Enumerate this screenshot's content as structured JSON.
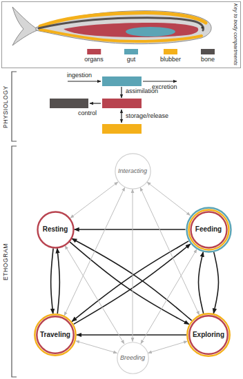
{
  "diagram": {
    "nodes": [
      {
        "text": [
          "Interacting"
        ]
      },
      {
        "text": [
          "Resting"
        ]
      },
      {
        "text": [
          "Feeding"
        ]
      },
      {
        "text": [
          "Traveling"
        ]
      },
      {
        "text": [
          "Exploring"
        ]
      },
      {
        "text": [
          "Breeding"
        ]
      }
    ],
    "edges": [
      {
        "from": 2,
        "to": 1,
        "arrow": "to"
      },
      {
        "from": 4,
        "to": 1,
        "arrow": "to"
      },
      {
        "from": 3,
        "to": 1,
        "arrow": "to"
      },
      {
        "from": 1,
        "to": 3,
        "arrow": "to"
      },
      {
        "from": 1,
        "to": 4,
        "arrow": "to"
      },
      {
        "from": 2,
        "to": 3,
        "arrow": "to"
      },
      {
        "from": 3,
        "to": 2,
        "arrow": "to"
      },
      {
        "from": 4,
        "to": 3,
        "arrow": "to"
      },
      {
        "from": 2,
        "to": 4,
        "arrow": "to"
      },
      {
        "from": 4,
        "to": 2,
        "arrow": "to"
      },
      {
        "from": 0,
        "to": 1,
        "arrow": "both"
      },
      {
        "from": 0,
        "to": 2,
        "arrow": "both"
      },
      {
        "from": 0,
        "to": 3,
        "arrow": "both"
      },
      {
        "from": 0,
        "to": 4,
        "arrow": "both"
      },
      {
        "from": 5,
        "to": 1,
        "arrow": "both"
      },
      {
        "from": 5,
        "to": 2,
        "arrow": "both"
      },
      {
        "from": 5,
        "to": 3,
        "arrow": "both"
      },
      {
        "from": 5,
        "to": 4,
        "arrow": "both"
      },
      {
        "from": 0,
        "to": 5,
        "arrow": "both"
      }
    ],
    "labels": [
      "Key to body compartments",
      "PHYSIOLOGY",
      "ingestion",
      "excretion",
      "assimilation",
      "control",
      "storage/release",
      "ETHOGRAM"
    ],
    "legend": [
      {
        "text": "organs",
        "color": "#b8434f"
      },
      {
        "text": "gut",
        "color": "#5ba4b5"
      },
      {
        "text": "blubber",
        "color": "#f4b01a"
      },
      {
        "text": "bone",
        "color": "#55504f"
      }
    ]
  }
}
